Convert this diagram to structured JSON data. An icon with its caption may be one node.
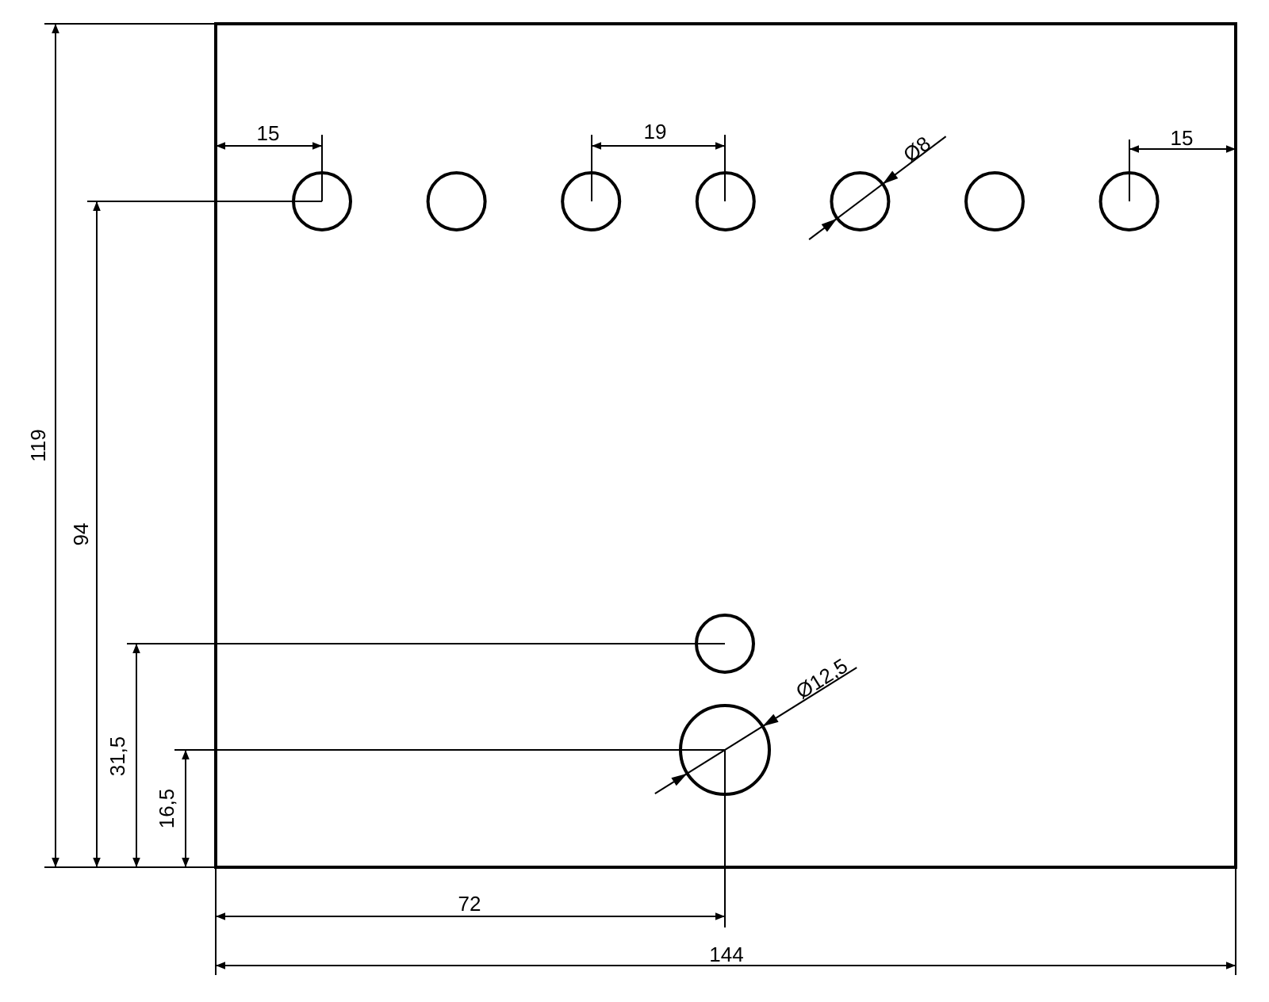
{
  "diagram": {
    "labels": [
      "15",
      "19",
      "Ø8",
      "15",
      "119",
      "94",
      "31,5",
      "Ø12,5",
      "16,5",
      "72",
      "144"
    ]
  }
}
